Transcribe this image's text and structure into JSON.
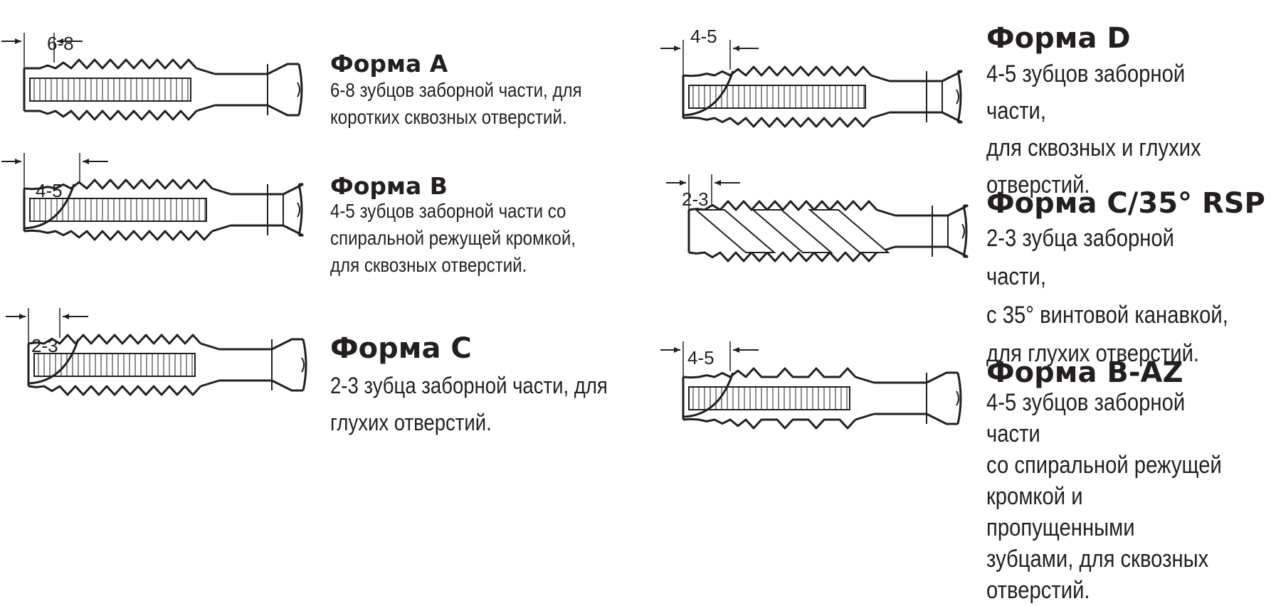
{
  "forms": [
    {
      "id": "a",
      "title": "Форма A",
      "dimension": "6-8",
      "description": "6-8 зубцов заборной части, для\nкоротких сквозных отверстий."
    },
    {
      "id": "b",
      "title": "Форма B",
      "dimension": "4-5",
      "description": "4-5 зубцов заборной части со\nспиральной режущей кромкой,\nдля сквозных отверстий."
    },
    {
      "id": "c",
      "title": "Форма C",
      "dimension": "2-3",
      "description": "2-3 зубца заборной части, для\nглухих отверстий."
    },
    {
      "id": "d",
      "title": "Форма D",
      "dimension": "4-5",
      "description": "4-5 зубцов заборной части,\nдля сквозных и глухих\nотверстий."
    },
    {
      "id": "c35",
      "title": "Форма С/35° RSP",
      "dimension": "2-3",
      "description": "2-3 зубца заборной части,\nс 35° винтовой канавкой,\nдля глухих отверстий."
    },
    {
      "id": "baz",
      "title": "Форма B-AZ",
      "dimension": "4-5",
      "description": "4-5 зубцов заборной части\nсо спиральной режущей\nкромкой и пропущенными\nзубцами, для сквозных\nотверстий."
    }
  ]
}
